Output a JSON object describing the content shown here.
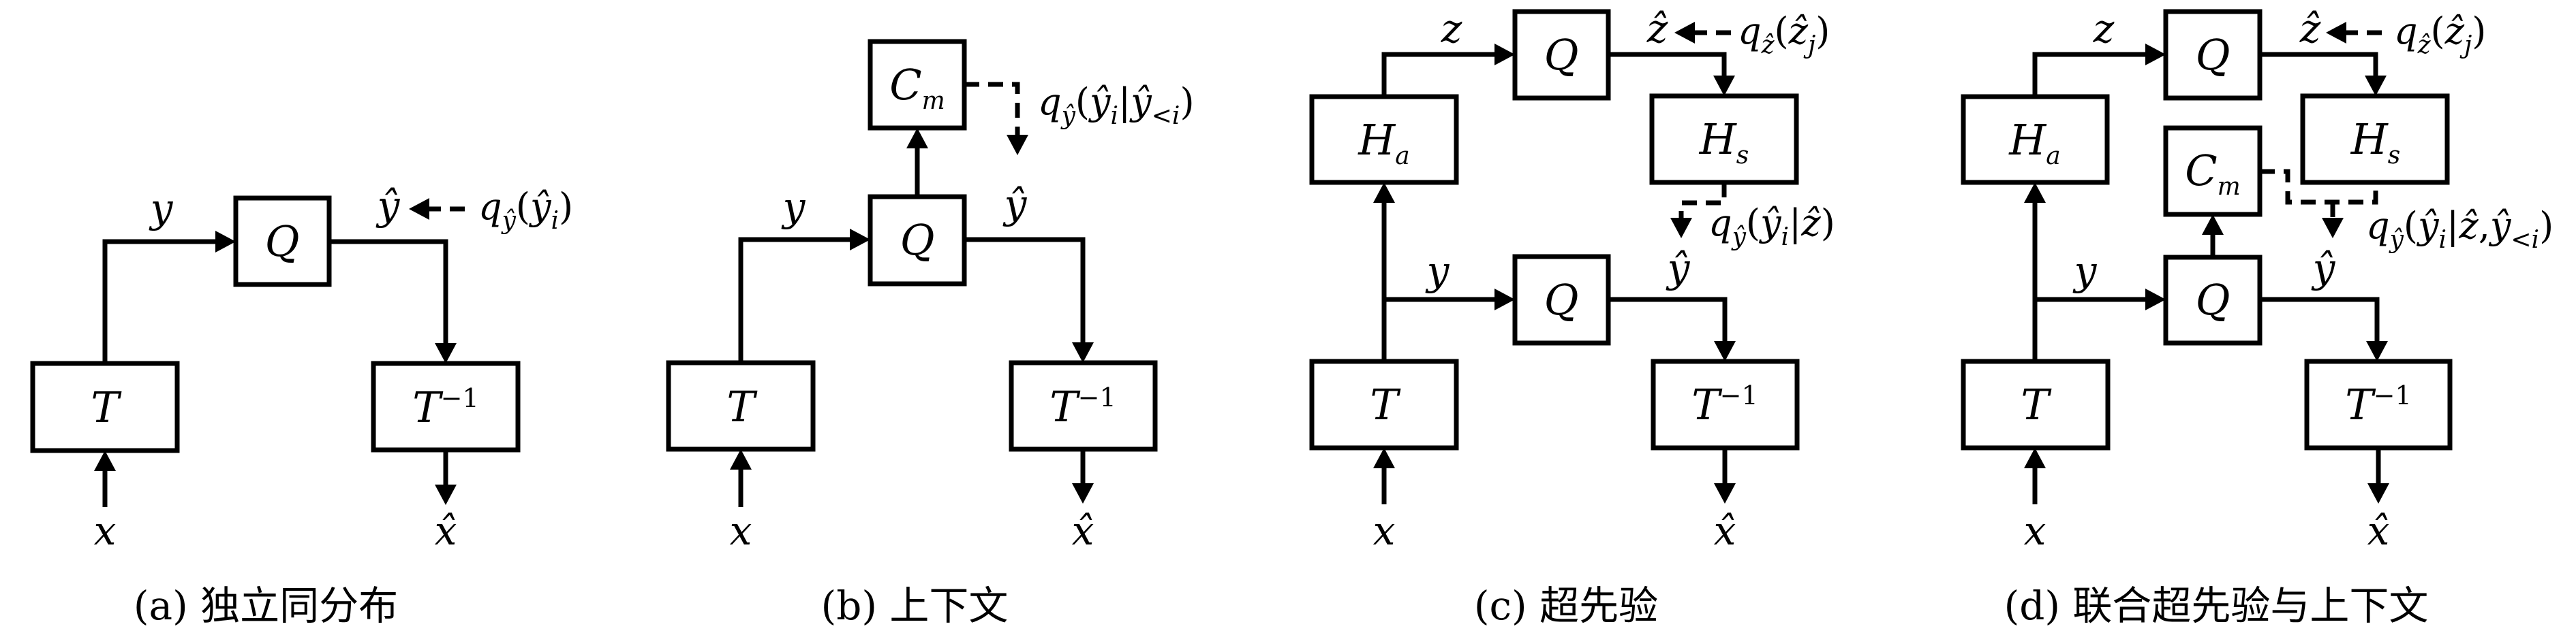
{
  "figure": {
    "panels": [
      {
        "id": "a",
        "caption": "(a) 独立同分布",
        "blocks": [
          {
            "key": "T",
            "label": [
              {
                "t": "T"
              }
            ]
          },
          {
            "key": "Q",
            "label": [
              {
                "t": "Q"
              }
            ]
          },
          {
            "key": "Tinv",
            "label": [
              {
                "t": "T"
              },
              {
                "t": "−1",
                "sup": true
              }
            ]
          }
        ],
        "signals": {
          "x": "x",
          "y": "y",
          "y_hat": "ŷ",
          "x_hat": "x̂"
        },
        "entropy_model": [
          {
            "t": "q"
          },
          {
            "t": "ŷ",
            "sub": true
          },
          {
            "t": "(",
            "rm": true
          },
          {
            "t": "ŷ"
          },
          {
            "t": "i",
            "sub": true
          },
          {
            "t": ")",
            "rm": true
          }
        ]
      },
      {
        "id": "b",
        "caption": "(b) 上下文",
        "blocks": [
          {
            "key": "T",
            "label": [
              {
                "t": "T"
              }
            ]
          },
          {
            "key": "Q",
            "label": [
              {
                "t": "Q"
              }
            ]
          },
          {
            "key": "Cm",
            "label": [
              {
                "t": "C"
              },
              {
                "t": "m",
                "sub": true
              }
            ]
          },
          {
            "key": "Tinv",
            "label": [
              {
                "t": "T"
              },
              {
                "t": "−1",
                "sup": true
              }
            ]
          }
        ],
        "signals": {
          "x": "x",
          "y": "y",
          "y_hat": "ŷ",
          "x_hat": "x̂"
        },
        "entropy_model": [
          {
            "t": "q"
          },
          {
            "t": "ŷ",
            "sub": true
          },
          {
            "t": "(",
            "rm": true
          },
          {
            "t": "ŷ"
          },
          {
            "t": "i",
            "sub": true
          },
          {
            "t": "|",
            "rm": true
          },
          {
            "t": "ŷ"
          },
          {
            "t": "<i",
            "sub": true
          },
          {
            "t": ")",
            "rm": true
          }
        ]
      },
      {
        "id": "c",
        "caption": "(c) 超先验",
        "blocks": [
          {
            "key": "T",
            "label": [
              {
                "t": "T"
              }
            ]
          },
          {
            "key": "Ha",
            "label": [
              {
                "t": "H"
              },
              {
                "t": "a",
                "sub": true
              }
            ]
          },
          {
            "key": "Qz",
            "label": [
              {
                "t": "Q"
              }
            ]
          },
          {
            "key": "Hs",
            "label": [
              {
                "t": "H"
              },
              {
                "t": "s",
                "sub": true
              }
            ]
          },
          {
            "key": "Qy",
            "label": [
              {
                "t": "Q"
              }
            ]
          },
          {
            "key": "Tinv",
            "label": [
              {
                "t": "T"
              },
              {
                "t": "−1",
                "sup": true
              }
            ]
          }
        ],
        "signals": {
          "x": "x",
          "y": "y",
          "z": "z",
          "z_hat": "ẑ",
          "y_hat": "ŷ",
          "x_hat": "x̂"
        },
        "hyper_model": [
          {
            "t": "q"
          },
          {
            "t": "ẑ",
            "sub": true
          },
          {
            "t": "(",
            "rm": true
          },
          {
            "t": "ẑ"
          },
          {
            "t": "j",
            "sub": true
          },
          {
            "t": ")",
            "rm": true
          }
        ],
        "entropy_model": [
          {
            "t": "q"
          },
          {
            "t": "ŷ",
            "sub": true
          },
          {
            "t": "(",
            "rm": true
          },
          {
            "t": "ŷ"
          },
          {
            "t": "i",
            "sub": true
          },
          {
            "t": "|",
            "rm": true
          },
          {
            "t": "ẑ"
          },
          {
            "t": ")",
            "rm": true
          }
        ]
      },
      {
        "id": "d",
        "caption": "(d) 联合超先验与上下文",
        "blocks": [
          {
            "key": "T",
            "label": [
              {
                "t": "T"
              }
            ]
          },
          {
            "key": "Ha",
            "label": [
              {
                "t": "H"
              },
              {
                "t": "a",
                "sub": true
              }
            ]
          },
          {
            "key": "Qz",
            "label": [
              {
                "t": "Q"
              }
            ]
          },
          {
            "key": "Hs",
            "label": [
              {
                "t": "H"
              },
              {
                "t": "s",
                "sub": true
              }
            ]
          },
          {
            "key": "Cm",
            "label": [
              {
                "t": "C"
              },
              {
                "t": "m",
                "sub": true
              }
            ]
          },
          {
            "key": "Qy",
            "label": [
              {
                "t": "Q"
              }
            ]
          },
          {
            "key": "Tinv",
            "label": [
              {
                "t": "T"
              },
              {
                "t": "−1",
                "sup": true
              }
            ]
          }
        ],
        "signals": {
          "x": "x",
          "y": "y",
          "z": "z",
          "z_hat": "ẑ",
          "y_hat": "ŷ",
          "x_hat": "x̂"
        },
        "hyper_model": [
          {
            "t": "q"
          },
          {
            "t": "ẑ",
            "sub": true
          },
          {
            "t": "(",
            "rm": true
          },
          {
            "t": "ẑ"
          },
          {
            "t": "j",
            "sub": true
          },
          {
            "t": ")",
            "rm": true
          }
        ],
        "entropy_model": [
          {
            "t": "q"
          },
          {
            "t": "ŷ",
            "sub": true
          },
          {
            "t": "(",
            "rm": true
          },
          {
            "t": "ŷ"
          },
          {
            "t": "i",
            "sub": true
          },
          {
            "t": "|",
            "rm": true
          },
          {
            "t": "ẑ"
          },
          {
            "t": ",",
            "rm": true
          },
          {
            "t": "ŷ"
          },
          {
            "t": "<i",
            "sub": true
          },
          {
            "t": ")",
            "rm": true
          }
        ]
      }
    ]
  }
}
